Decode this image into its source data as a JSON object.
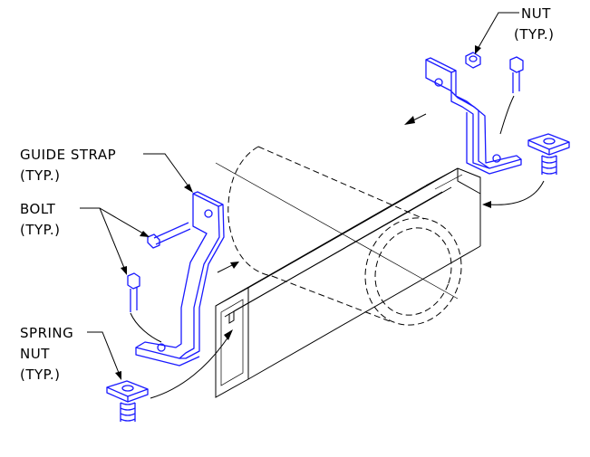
{
  "labels": {
    "nut": [
      "NUT",
      "(TYP.)"
    ],
    "guide_strap": [
      "GUIDE STRAP",
      "(TYP.)"
    ],
    "bolt": [
      "BOLT",
      "(TYP.)"
    ],
    "spring_nut": [
      "SPRING",
      "NUT",
      "(TYP.)"
    ]
  },
  "colors": {
    "hardware": "#1a1aff",
    "linework": "#000000"
  }
}
